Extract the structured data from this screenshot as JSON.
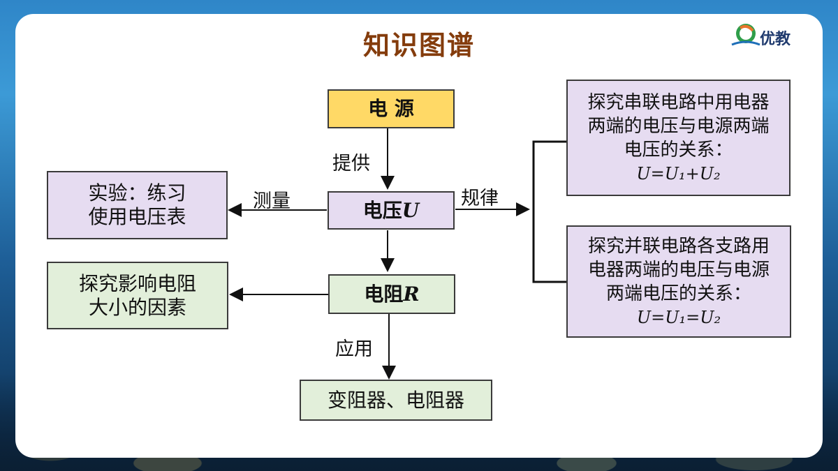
{
  "title": "知识图谱",
  "logo_text": "优教",
  "nodes": {
    "power": "电 源",
    "voltage": "电压",
    "voltage_symbol": "U",
    "resistance": "电阻",
    "resistance_symbol": "R",
    "experiment_line1": "实验：练习",
    "experiment_line2": "使用电压表",
    "factors_line1": "探究影响电阻",
    "factors_line2": "大小的因素",
    "rheostat": "变阻器、电阻器",
    "series_line1": "探究串联电路中用电器",
    "series_line2": "两端的电压与电源两端",
    "series_line3": "电压的关系：",
    "series_formula": "U=U₁+U₂",
    "parallel_line1": "探究并联电路各支路用",
    "parallel_line2": "电器两端的电压与电源",
    "parallel_line3": "两端电压的关系：",
    "parallel_formula": "U=U₁=U₂"
  },
  "edges": {
    "provide": "提供",
    "measure": "测量",
    "law": "规律",
    "apply": "应用"
  },
  "colors": {
    "title": "#843c0c",
    "yellow_fill": "#ffd966",
    "purple_fill": "#e6dcf1",
    "green_fill": "#e2efda"
  }
}
